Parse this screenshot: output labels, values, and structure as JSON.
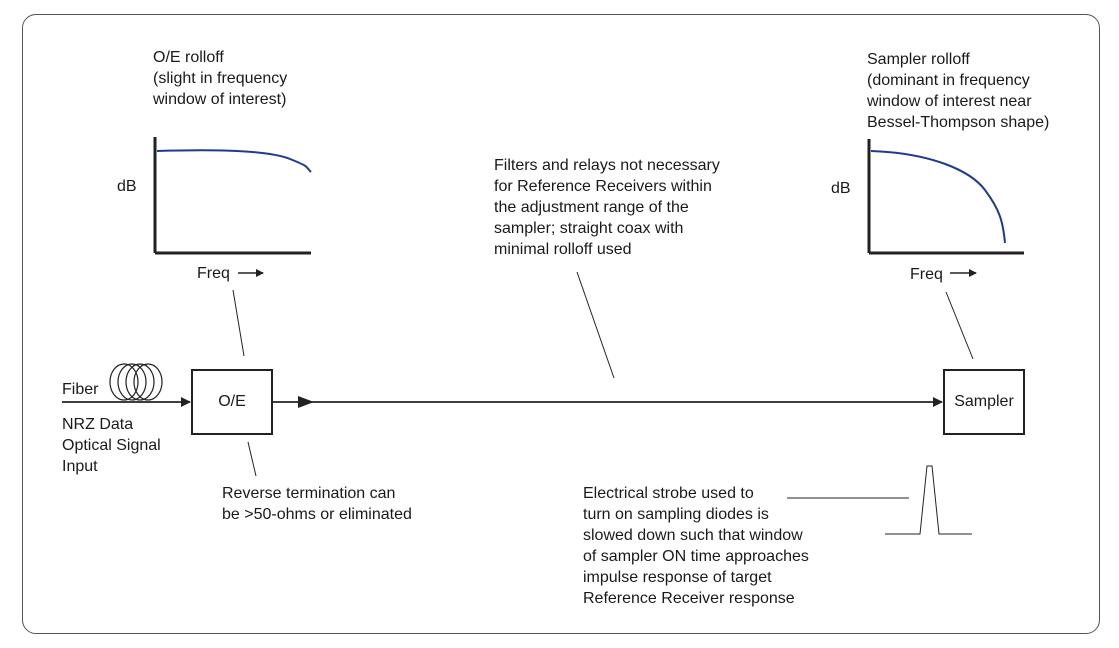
{
  "oe_graph": {
    "title": "O/E rolloff\n(slight in frequency\nwindow of interest)",
    "y_label": "dB",
    "x_label": "Freq"
  },
  "sampler_graph": {
    "title": "Sampler rolloff\n(dominant in frequency\nwindow of interest near\nBessel-Thompson shape)",
    "y_label": "dB",
    "x_label": "Freq"
  },
  "coax_note": "Filters and relays not necessary\nfor Reference Receivers within\nthe adjustment range of the\nsampler; straight coax with\nminimal rolloff used",
  "fiber_label": "Fiber",
  "input_label": "NRZ Data\nOptical Signal\nInput",
  "oe_box_label": "O/E",
  "sampler_box_label": "Sampler",
  "termination_note": "Reverse termination can\nbe >50-ohms or eliminated",
  "strobe_note": "Electrical strobe used to\nturn on sampling diodes is\nslowed down such that window\nof sampler ON time approaches\nimpulse response of target\nReference Receiver response",
  "colors": {
    "curve": "#1f3a93",
    "line": "#222222"
  }
}
